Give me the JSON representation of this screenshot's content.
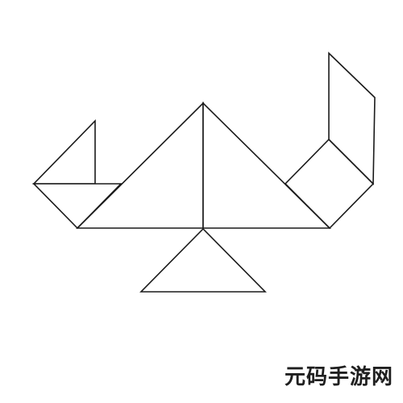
{
  "figure": {
    "pieces": [
      {
        "id": "small-triangle-top-left",
        "kind": "small-triangle"
      },
      {
        "id": "medium-triangle-left-wing",
        "kind": "medium-triangle"
      },
      {
        "id": "large-triangle-left",
        "kind": "large-triangle"
      },
      {
        "id": "large-triangle-right",
        "kind": "large-triangle"
      },
      {
        "id": "square-right",
        "kind": "square"
      },
      {
        "id": "parallelogram-top-right",
        "kind": "parallelogram"
      },
      {
        "id": "small-triangle-bottom",
        "kind": "small-triangle"
      }
    ],
    "stroke_color": "#1a1a1a",
    "fill_color": "#ffffff"
  },
  "watermark": {
    "text": "元码手游网"
  }
}
